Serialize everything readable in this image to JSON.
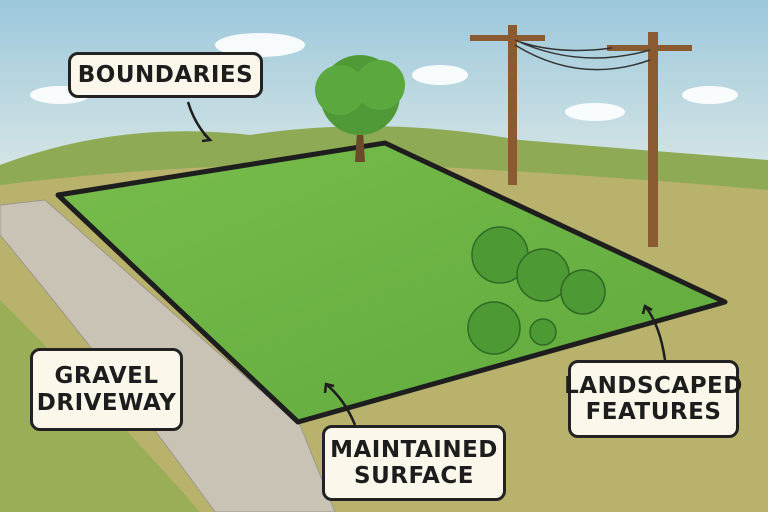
{
  "labels": {
    "boundaries": "BOUNDARIES",
    "gravel_line1": "GRAVEL",
    "gravel_line2": "DRIVEWAY",
    "maintained_line1": "MAINTAINED",
    "maintained_line2": "SURFACE",
    "landscaped_line1": "LANDSCAPED",
    "landscaped_line2": "FEATURES"
  },
  "colors": {
    "sky": "#a9cfe0",
    "lawn": "#6cb544",
    "field": "#b7b06a",
    "gravel": "#c9c3b6",
    "outline": "#1e1e1e"
  }
}
